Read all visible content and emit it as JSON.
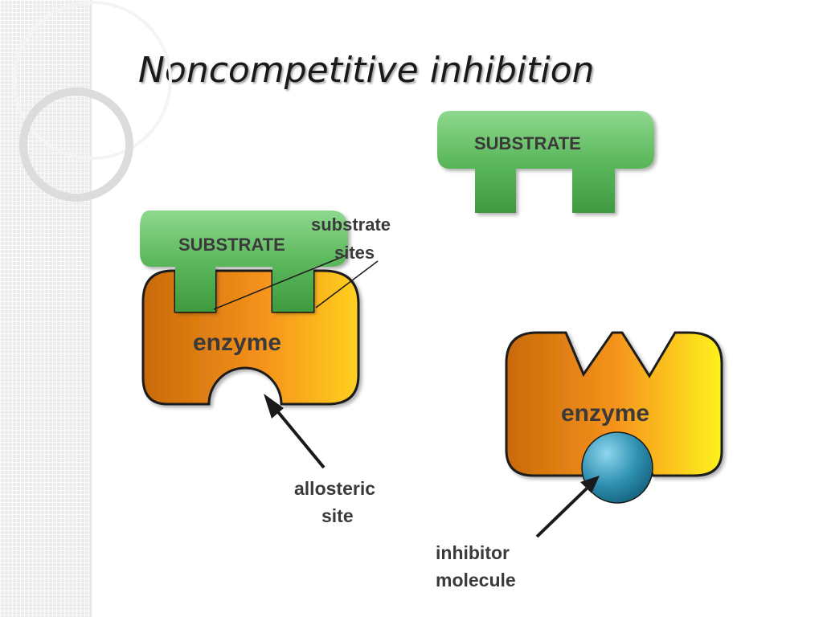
{
  "slide": {
    "title": "Noncompetitive inhibition"
  },
  "diagram": {
    "labels": {
      "substrate_bound": "SUBSTRATE",
      "substrate_free": "SUBSTRATE",
      "substrate_sites_line1": "substrate",
      "substrate_sites_line2": "sites",
      "enzyme_left": "enzyme",
      "enzyme_right": "enzyme",
      "allosteric_line1": "allosteric",
      "allosteric_line2": "site",
      "inhibitor_line1": "inhibitor",
      "inhibitor_line2": "molecule"
    },
    "colors": {
      "substrate": "#5cb85c",
      "enzyme": "#f28c1a",
      "inhibitor": "#2d8fb0"
    }
  }
}
